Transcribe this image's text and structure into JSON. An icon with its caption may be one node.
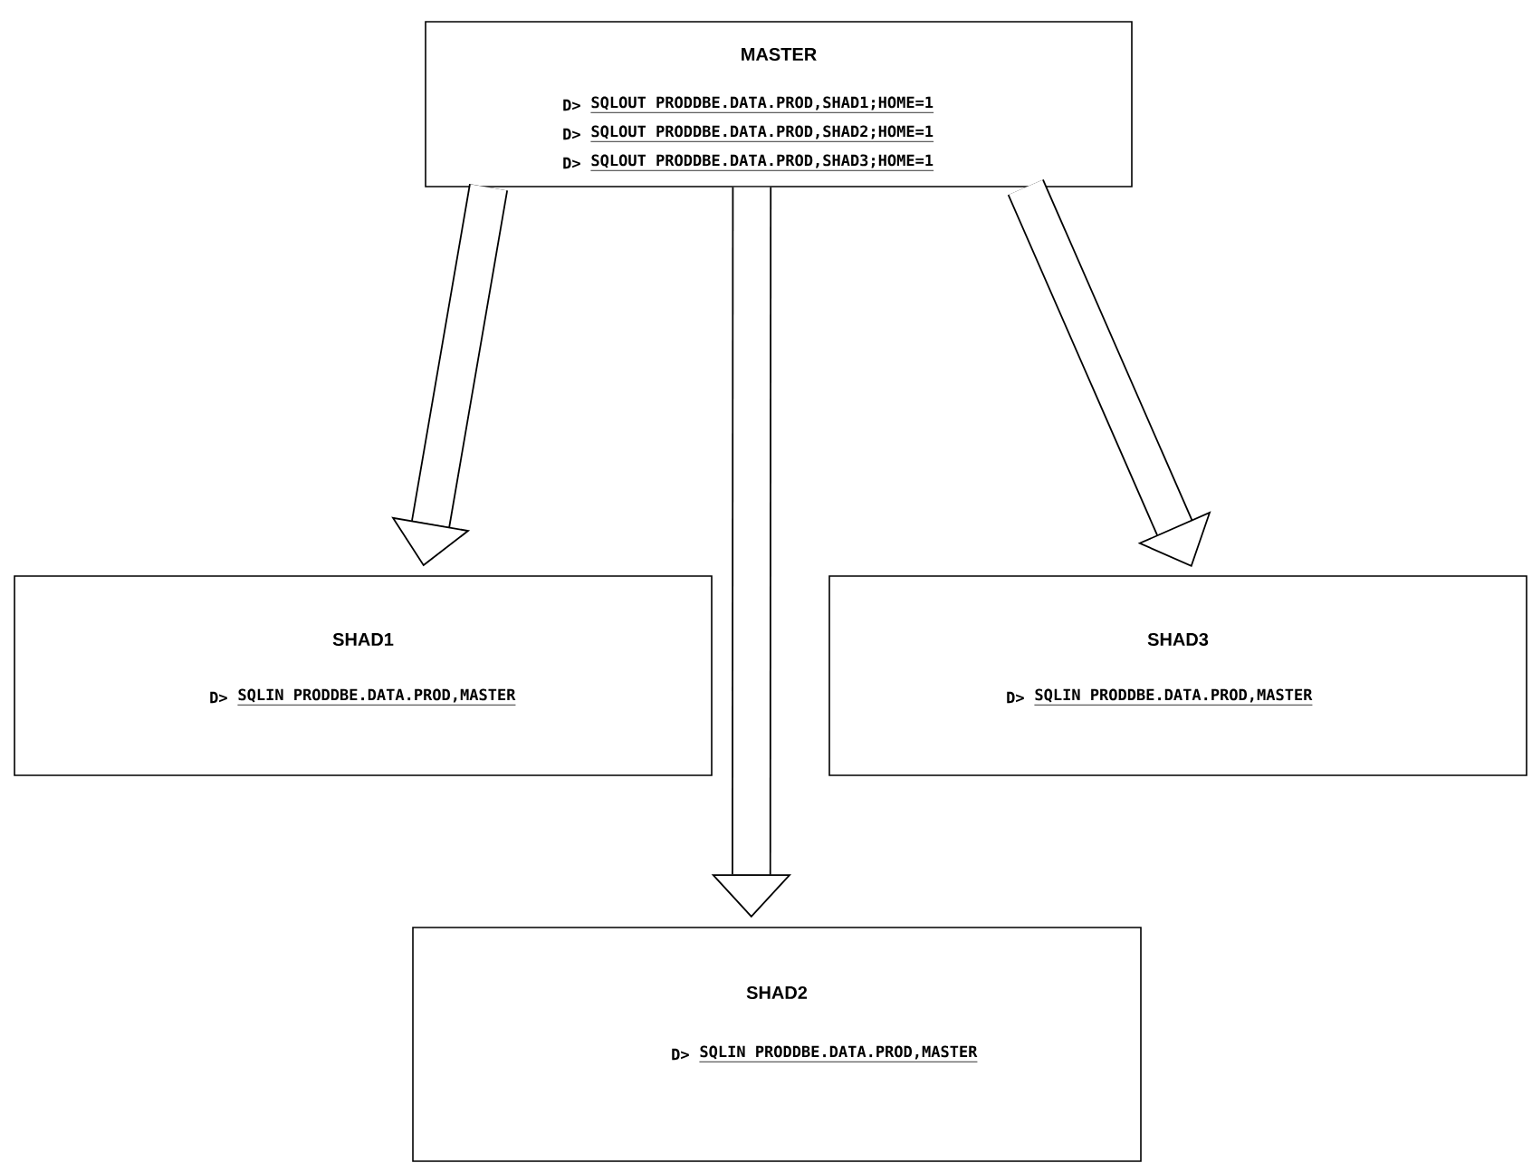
{
  "diagram": {
    "nodes": [
      {
        "text": [
          "MASTER",
          "D>",
          "SQLOUT PRODDBE.DATA.PROD,SHAD1;HOME=1",
          "D>",
          "SQLOUT PRODDBE.DATA.PROD,SHAD2;HOME=1",
          "D>",
          "SQLOUT PRODDBE.DATA.PROD,SHAD3;HOME=1"
        ]
      },
      {
        "text": [
          "SHAD1",
          "D>",
          "SQLIN PRODDBE.DATA.PROD,MASTER"
        ]
      },
      {
        "text": [
          "SHAD3",
          "D>",
          "SQLIN PRODDBE.DATA.PROD,MASTER"
        ]
      },
      {
        "text": [
          "SHAD2",
          "D>",
          "SQLIN PRODDBE.DATA.PROD,MASTER"
        ]
      }
    ],
    "edges": [
      {
        "from": 0,
        "to": 1,
        "arrow": "to"
      },
      {
        "from": 0,
        "to": 3,
        "arrow": "to"
      },
      {
        "from": 0,
        "to": 2,
        "arrow": "to"
      }
    ]
  }
}
